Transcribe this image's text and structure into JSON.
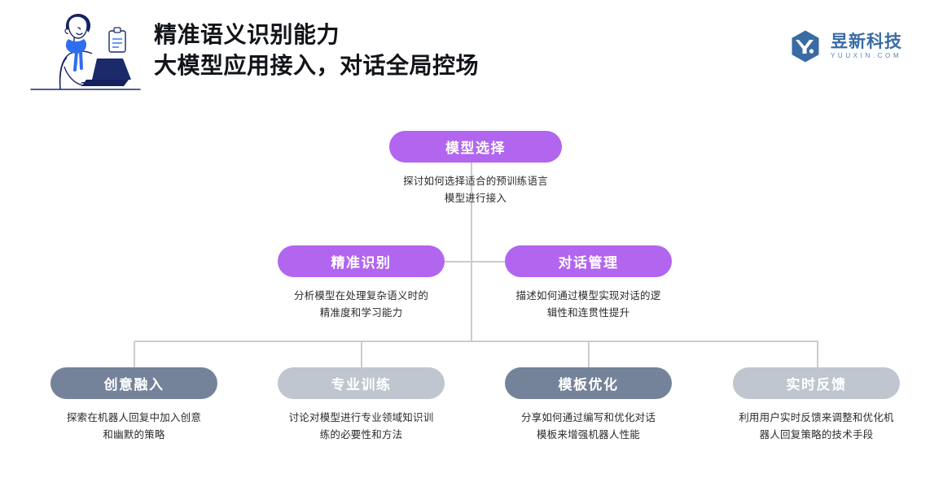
{
  "header": {
    "title_line1": "精准语义识别能力",
    "title_line2": "大模型应用接入，对话全局控场",
    "illustration_name": "person-working-on-laptop-illustration",
    "brand": {
      "name": "昱新科技",
      "domain": "YUUXIN.COM",
      "mark": "hexagon-y-logo-icon"
    }
  },
  "diagram": {
    "type": "tree",
    "root": {
      "label": "模型选择",
      "desc_line1": "探讨如何选择适合的预训练语言",
      "desc_line2": "模型进行接入",
      "color": "#b265ee"
    },
    "level2": [
      {
        "label": "精准识别",
        "desc_line1": "分析模型在处理复杂语义时的",
        "desc_line2": "精准度和学习能力",
        "color": "#b265ee"
      },
      {
        "label": "对话管理",
        "desc_line1": "描述如何通过模型实现对话的逻",
        "desc_line2": "辑性和连贯性提升",
        "color": "#b265ee"
      }
    ],
    "level3": [
      {
        "label": "创意融入",
        "desc_line1": "探索在机器人回复中加入创意",
        "desc_line2": "和幽默的策略",
        "color": "#75839a"
      },
      {
        "label": "专业训练",
        "desc_line1": "讨论对模型进行专业领域知识训",
        "desc_line2": "练的必要性和方法",
        "color": "#bfc6d0"
      },
      {
        "label": "模板优化",
        "desc_line1": "分享如何通过编写和优化对话",
        "desc_line2": "模板来增强机器人性能",
        "color": "#75839a"
      },
      {
        "label": "实时反馈",
        "desc_line1": "利用用户实时反馈来调整和优化机",
        "desc_line2": "器人回复策略的技术手段",
        "color": "#bfc6d0"
      }
    ],
    "connector_color": "#c9ccd2"
  }
}
